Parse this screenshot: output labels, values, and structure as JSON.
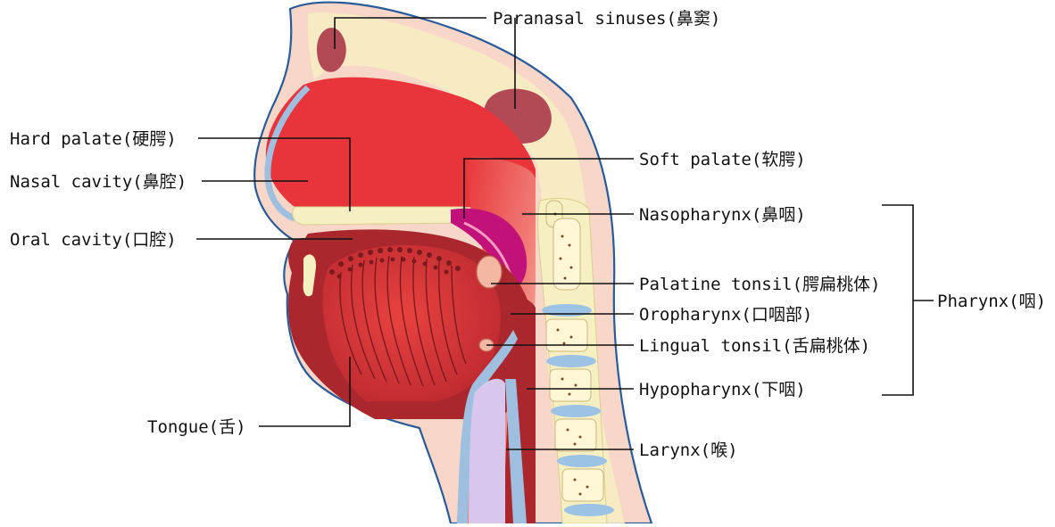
{
  "diagram": {
    "labels": {
      "paranasal_sinuses": "Paranasal sinuses(鼻窦)",
      "hard_palate": "Hard palate(硬腭)",
      "nasal_cavity": "Nasal cavity(鼻腔)",
      "oral_cavity": "Oral cavity(口腔)",
      "tongue": "Tongue(舌)",
      "soft_palate": "Soft palate(软腭)",
      "nasopharynx": "Nasopharynx(鼻咽)",
      "palatine_tonsil": "Palatine tonsil(腭扁桃体)",
      "oropharynx": "Oropharynx(口咽部)",
      "lingual_tonsil": "Lingual tonsil(舌扁桃体)",
      "hypopharynx": "Hypopharynx(下咽)",
      "larynx": "Larynx(喉)",
      "pharynx": "Pharynx(咽)"
    },
    "colors": {
      "skin": "#f8d6c8",
      "skin_outline": "#2a5a9a",
      "bone": "#f6efc2",
      "cavity_red": "#e8343a",
      "pharynx_pink": "#ef8a80",
      "dark_red": "#a9272d",
      "soft_palate_magenta": "#c2127a",
      "tongue_red": "#d83a3d",
      "airway_blue": "#9ebfe0",
      "larynx_lavender": "#d9c6ec",
      "sinus": "#b24a55",
      "vertebra_disc": "#9cc3e6",
      "vertebra_dot": "#7a4a2a"
    }
  }
}
